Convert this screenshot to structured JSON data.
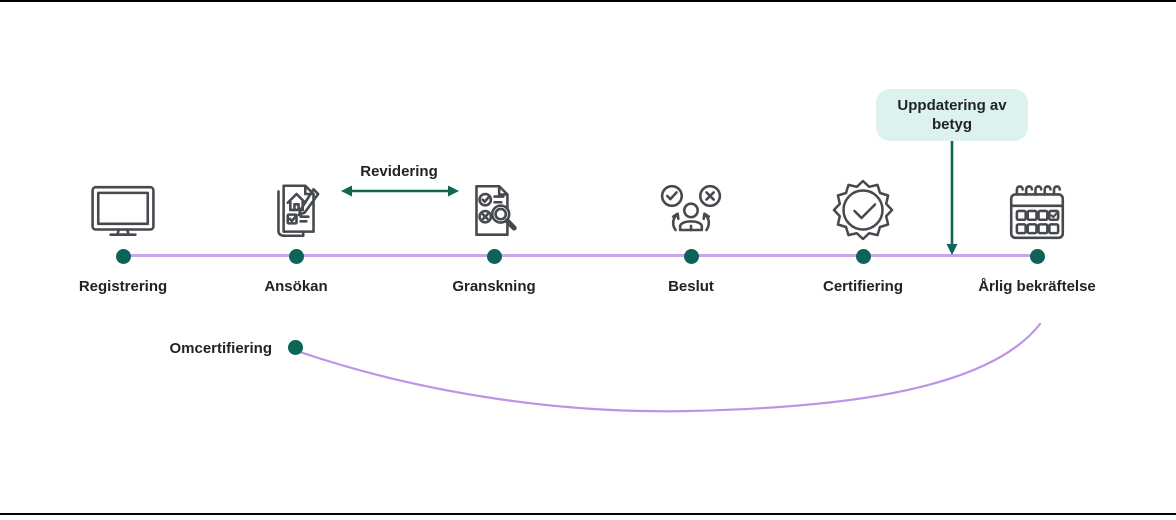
{
  "diagram": {
    "type": "process-timeline",
    "language": "sv",
    "timeline": {
      "steps": [
        {
          "label": "Registrering",
          "icon": "monitor-icon"
        },
        {
          "label": "Ansökan",
          "icon": "application-form-icon"
        },
        {
          "label": "Granskning",
          "icon": "review-checklist-icon"
        },
        {
          "label": "Beslut",
          "icon": "decision-person-icon"
        },
        {
          "label": "Certifiering",
          "icon": "certificate-seal-icon"
        },
        {
          "label": "Årlig bekräftelse",
          "icon": "calendar-icon"
        }
      ]
    },
    "revision": {
      "label": "Revidering",
      "connects": [
        "Ansökan",
        "Granskning"
      ]
    },
    "update_badge": {
      "label": "Uppdatering av betyg",
      "points_between": [
        "Certifiering",
        "Årlig bekräftelse"
      ]
    },
    "recertification": {
      "label": "Omcertifiering",
      "loops_back_from": "Årlig bekräftelse"
    },
    "colors": {
      "dot_teal": "#0d6356",
      "arrow_teal": "#0e6655",
      "timeline_purple": "#c9a5ec",
      "curve_purple": "#bd93ea",
      "badge_background": "#ddf1ef",
      "icon_stroke": "#46494d",
      "text": "#212427",
      "frame": "#000000"
    }
  }
}
